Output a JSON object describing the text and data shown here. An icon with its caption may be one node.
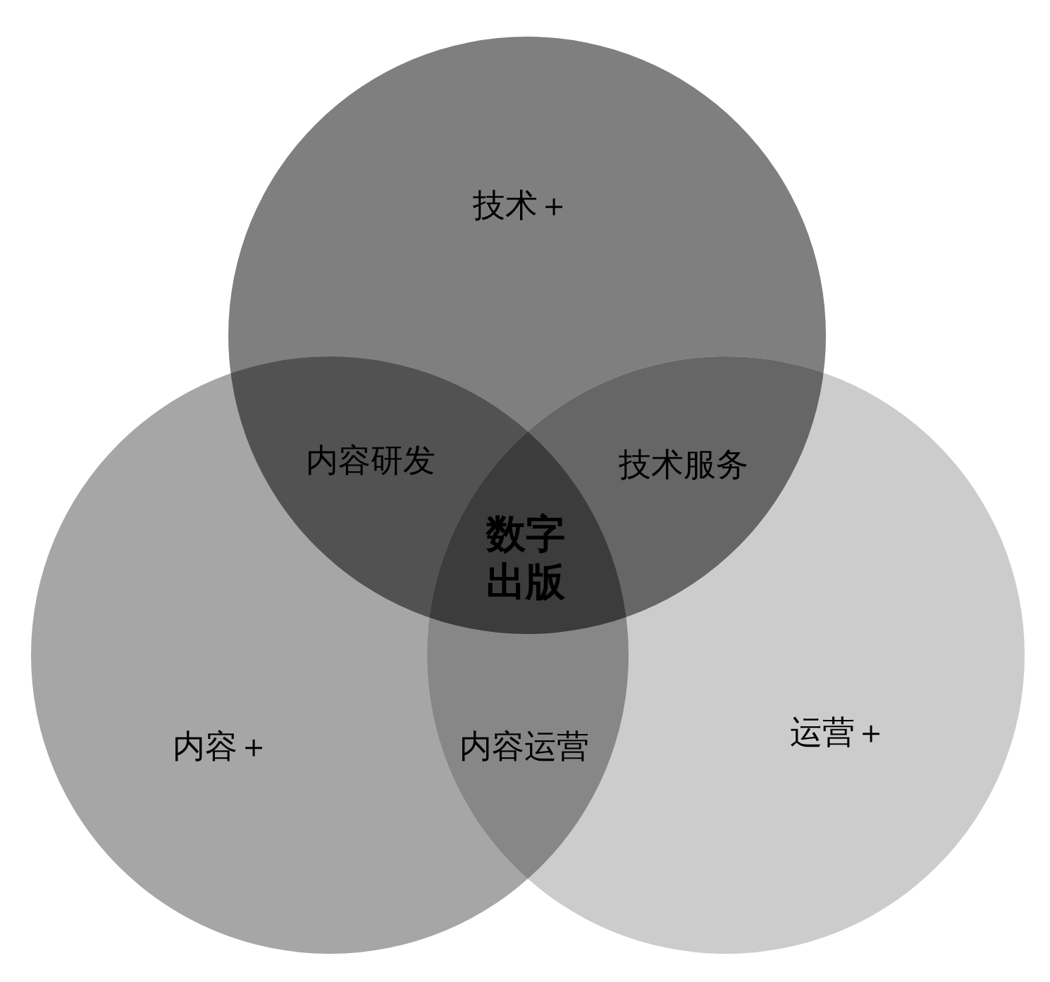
{
  "diagram": {
    "nodes": [
      {
        "text": [
          "技术＋"
        ]
      },
      {
        "text": [
          "内容＋"
        ]
      },
      {
        "text": [
          "运营＋"
        ]
      }
    ],
    "labels": [
      "内容研发",
      "技术服务",
      "数字出版",
      "内容运营"
    ]
  }
}
